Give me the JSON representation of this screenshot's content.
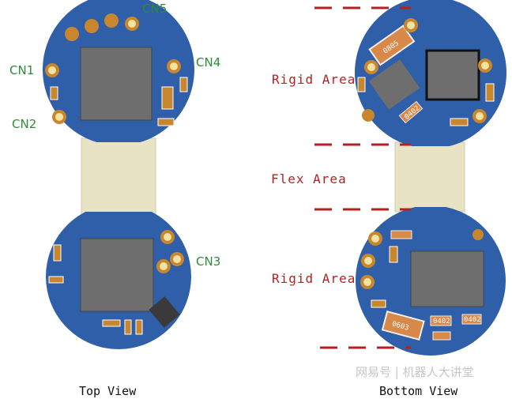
{
  "connectors": {
    "cn1": "CN1",
    "cn2": "CN2",
    "cn3": "CN3",
    "cn4": "CN4",
    "cn5": "CN5"
  },
  "areas": {
    "rigid_top": "Rigid Area",
    "flex": "Flex Area",
    "rigid_bottom": "Rigid Area"
  },
  "views": {
    "top": "Top View",
    "bottom": "Bottom View"
  },
  "components": {
    "r0805": "0805",
    "r0603": "0603",
    "r0402a": "0402",
    "r0402b": "0402",
    "r0402c": "0402"
  },
  "watermark": "网易号 | 机器人大讲堂",
  "colors": {
    "pcb": "#2f5fa8",
    "flex": "#e8e3c4",
    "pad": "#c8862e",
    "chip": "#6e6e6e",
    "dash": "#b22222",
    "label_green": "#2e8b3a"
  }
}
